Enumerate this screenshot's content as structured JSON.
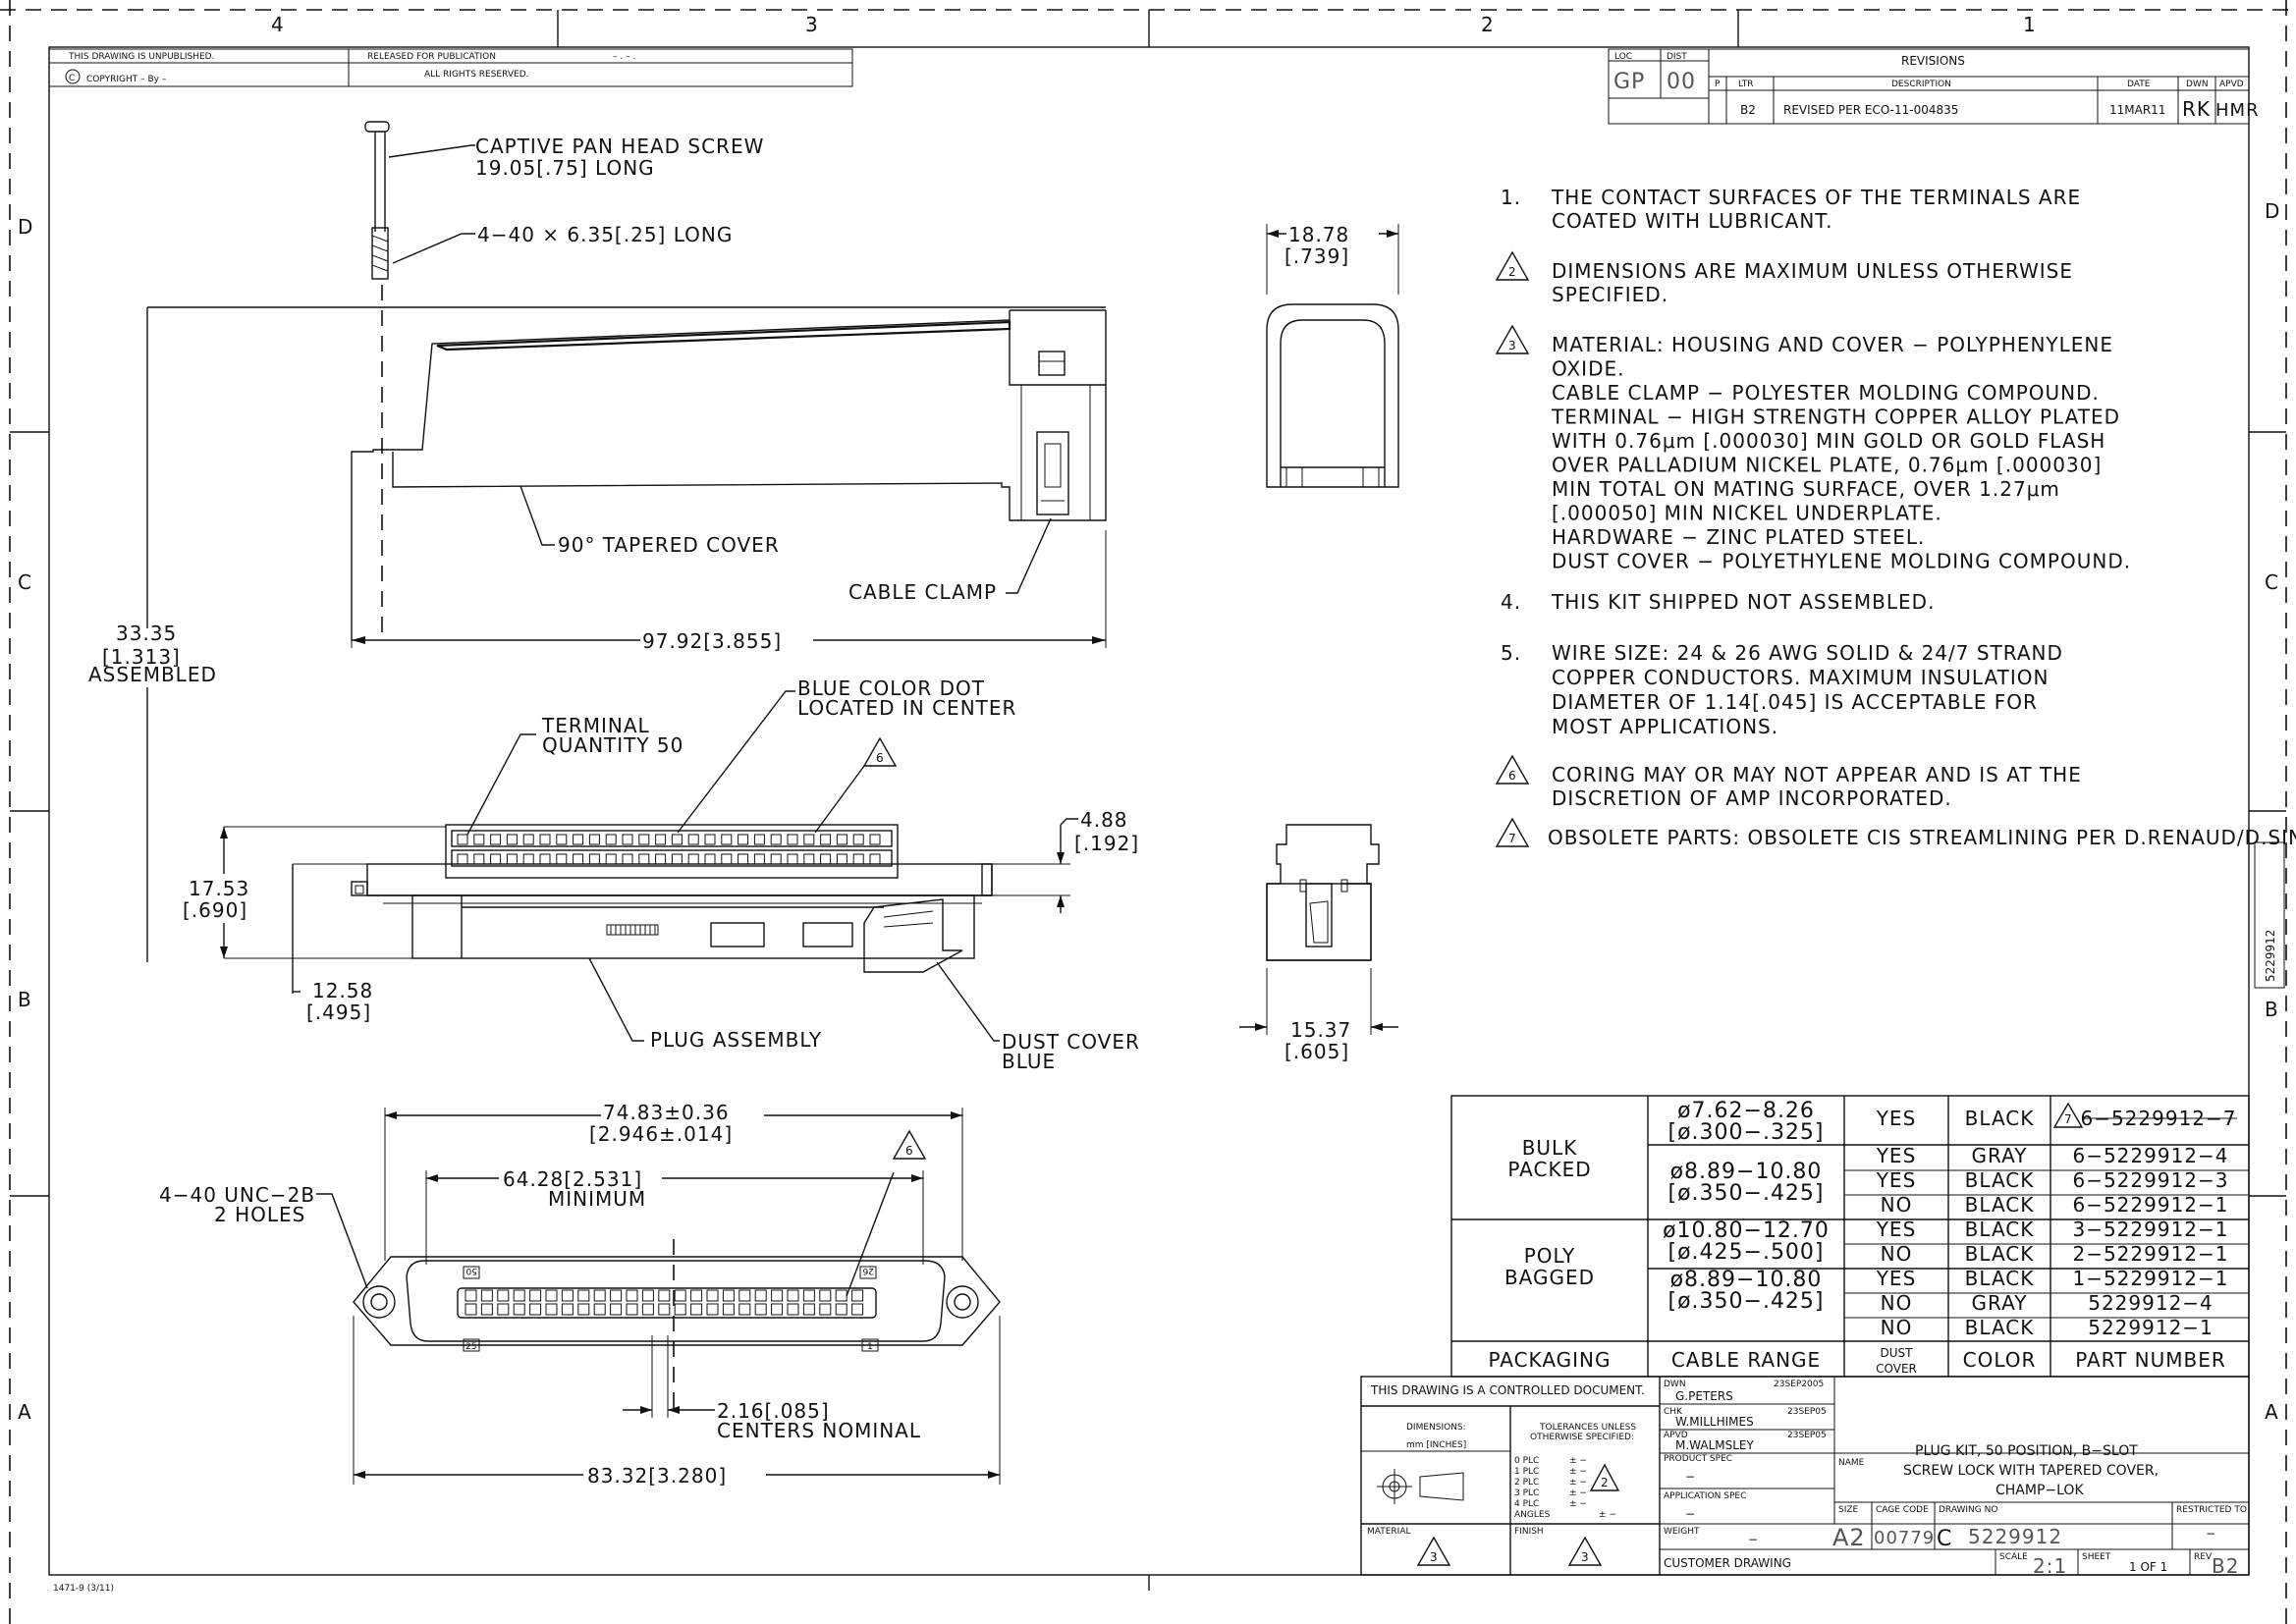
{
  "zones": {
    "top": [
      "4",
      "3",
      "2",
      "1"
    ],
    "side": [
      "D",
      "C",
      "B",
      "A"
    ]
  },
  "header": {
    "unpublished": "THIS DRAWING IS UNPUBLISHED.",
    "released": "RELEASED FOR PUBLICATION",
    "release_date": "– . –  .",
    "copyright": "COPYRIGHT  –    By –",
    "rights": "ALL RIGHTS RESERVED."
  },
  "revisions": {
    "loc_label": "LOC",
    "loc": "GP",
    "dist_label": "DIST",
    "dist": "00",
    "title": "REVISIONS",
    "cols": [
      "P",
      "LTR",
      "DESCRIPTION",
      "DATE",
      "DWN",
      "APVD"
    ],
    "row": {
      "ltr": "B2",
      "desc": "REVISED PER ECO-11-004835",
      "date": "11MAR11",
      "dwn": "RK",
      "apvd": "HMR"
    }
  },
  "labels": {
    "screw1": "CAPTIVE PAN HEAD SCREW",
    "screw2": "19.05[.75] LONG",
    "screw3": "4−40 × 6.35[.25] LONG",
    "tapered": "90° TAPERED COVER",
    "clamp": "CABLE CLAMP",
    "width": "97.92[3.855]",
    "height1": "33.35",
    "height2": "[1.313]",
    "height3": "ASSEMBLED",
    "top_w1": "18.78",
    "top_w2": "[.739]",
    "terminal1": "TERMINAL",
    "terminal2": "QUANTITY 50",
    "dot1": "BLUE COLOR DOT",
    "dot2": "LOCATED IN CENTER",
    "d488a": "4.88",
    "d488b": "[.192]",
    "d1753a": "17.53",
    "d1753b": "[.690]",
    "d1258a": "12.58",
    "d1258b": "[.495]",
    "plug": "PLUG ASSEMBLY",
    "dust1": "DUST COVER",
    "dust2": "BLUE",
    "d1537a": "15.37",
    "d1537b": "[.605]",
    "f1": "74.83±0.36",
    "f2": "[2.946±.014]",
    "f3": "64.28[2.531]",
    "f4": "MINIMUM",
    "f5": "4−40 UNC−2B",
    "f6": "2 HOLES",
    "f7": "2.16[.085]",
    "f8": "CENTERS NOMINAL",
    "f9": "83.32[3.280]",
    "n50": "50",
    "n26": "26",
    "n25": "25",
    "n1": "1",
    "flag6": "6"
  },
  "notes": [
    {
      "num": "1.",
      "lines": [
        "THE CONTACT SURFACES OF THE TERMINALS ARE",
        "COATED WITH LUBRICANT."
      ]
    },
    {
      "num": "2",
      "lines": [
        "DIMENSIONS ARE MAXIMUM UNLESS OTHERWISE",
        "SPECIFIED."
      ]
    },
    {
      "num": "3",
      "lines": [
        "MATERIAL: HOUSING AND COVER − POLYPHENYLENE",
        "OXIDE.",
        "CABLE CLAMP − POLYESTER MOLDING COMPOUND.",
        "TERMINAL − HIGH STRENGTH COPPER ALLOY PLATED",
        "WITH 0.76μm [.000030] MIN GOLD OR GOLD FLASH",
        "OVER PALLADIUM NICKEL PLATE, 0.76μm [.000030]",
        "MIN TOTAL ON MATING SURFACE, OVER 1.27μm",
        "[.000050] MIN NICKEL UNDERPLATE.",
        "HARDWARE − ZINC PLATED STEEL.",
        "DUST COVER − POLYETHYLENE MOLDING COMPOUND."
      ]
    },
    {
      "num": "4.",
      "lines": [
        "THIS KIT SHIPPED NOT ASSEMBLED."
      ]
    },
    {
      "num": "5.",
      "lines": [
        "WIRE SIZE: 24 & 26 AWG SOLID & 24/7 STRAND",
        "COPPER CONDUCTORS. MAXIMUM INSULATION",
        "DIAMETER OF 1.14[.045] IS ACCEPTABLE FOR",
        "MOST APPLICATIONS."
      ]
    },
    {
      "num": "6",
      "lines": [
        "CORING MAY OR MAY NOT APPEAR AND IS AT THE",
        "DISCRETION OF AMP INCORPORATED."
      ]
    },
    {
      "num": "7",
      "lines": [
        "OBSOLETE PARTS: OBSOLETE CIS STREAMLINING PER D.RENAUD/D.SINISI"
      ]
    }
  ],
  "side_label": "5229912",
  "table": {
    "groups": [
      "BULK|PACKED",
      "POLY|BAGGED"
    ],
    "ranges": [
      [
        "ø7.62−8.26",
        "[ø.300−.325]"
      ],
      [
        "ø8.89−10.80",
        "[ø.350−.425]"
      ],
      [
        "ø10.80−12.70",
        "[ø.425−.500]"
      ],
      [
        "ø8.89−10.80",
        "[ø.350−.425]"
      ]
    ],
    "rows": [
      {
        "dust": "YES",
        "color": "BLACK",
        "part": "6−5229912−7",
        "obsolete": true
      },
      {
        "dust": "YES",
        "color": "GRAY",
        "part": "6−5229912−4"
      },
      {
        "dust": "YES",
        "color": "BLACK",
        "part": "6−5229912−3"
      },
      {
        "dust": "NO",
        "color": "BLACK",
        "part": "6−5229912−1"
      },
      {
        "dust": "YES",
        "color": "BLACK",
        "part": "3−5229912−1"
      },
      {
        "dust": "NO",
        "color": "BLACK",
        "part": "2−5229912−1"
      },
      {
        "dust": "YES",
        "color": "BLACK",
        "part": "1−5229912−1"
      },
      {
        "dust": "NO",
        "color": "GRAY",
        "part": "5229912−4"
      },
      {
        "dust": "NO",
        "color": "BLACK",
        "part": "5229912−1"
      }
    ],
    "headers": {
      "packaging": "PACKAGING",
      "range": "CABLE RANGE",
      "dust1": "DUST",
      "dust2": "COVER",
      "color": "COLOR",
      "part": "PART NUMBER"
    },
    "obsolete_flag": "7"
  },
  "titleblock": {
    "controlled": "THIS DRAWING IS A CONTROLLED DOCUMENT.",
    "dims": "DIMENSIONS:",
    "dims_unit": "mm [INCHES]",
    "tol1": "TOLERANCES UNLESS",
    "tol2": "OTHERWISE SPECIFIED:",
    "plc": [
      "0 PLC",
      "1 PLC",
      "2 PLC",
      "3 PLC",
      "4 PLC",
      "ANGLES"
    ],
    "plc_val": "± −",
    "tol_flag": "2",
    "material_label": "MATERIAL",
    "finish_label": "FINISH",
    "mat_flag": "3",
    "dwn_label": "DWN",
    "dwn_name": "G.PETERS",
    "dwn_date": "23SEP2005",
    "chk_label": "CHK",
    "chk_name": "W.MILLHIMES",
    "chk_date": "23SEP05",
    "apvd_label": "APVD",
    "apvd_name": "M.WALMSLEY",
    "apvd_date": "23SEP05",
    "product_spec": "PRODUCT SPEC",
    "product_spec_val": "−",
    "app_spec": "APPLICATION SPEC",
    "app_spec_val": "−",
    "weight": "WEIGHT",
    "weight_val": "−",
    "name_label": "NAME",
    "name1": "PLUG KIT, 50 POSITION, B−SLOT",
    "name2": "SCREW LOCK WITH TAPERED COVER,",
    "name3": "CHAMP−LOK",
    "size_label": "SIZE",
    "size": "A2",
    "cage_label": "CAGE CODE",
    "cage": "00779",
    "dwgno_label": "DRAWING NO",
    "dwgno": "5229912",
    "restricted": "RESTRICTED TO",
    "restricted_val": "−",
    "customer": "CUSTOMER DRAWING",
    "scale_label": "SCALE",
    "scale": "2:1",
    "sheet_label": "SHEET",
    "sheet": "1  OF  1",
    "rev_label": "REV",
    "rev": "B2"
  },
  "form_id": "1471-9 (3/11)"
}
